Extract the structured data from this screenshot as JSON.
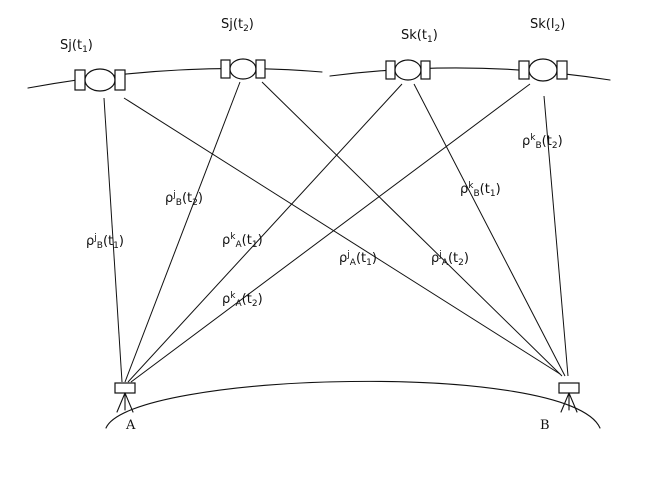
{
  "satellites": [
    {
      "id": "sj-t1",
      "name": "Sj",
      "time": "t",
      "time_sub": "1"
    },
    {
      "id": "sj-t2",
      "name": "Sj",
      "time": "t",
      "time_sub": "2"
    },
    {
      "id": "sk-t1",
      "name": "Sk",
      "time": "t",
      "time_sub": "1"
    },
    {
      "id": "sk-t2",
      "name": "Sk",
      "time": "l",
      "time_sub": "2"
    }
  ],
  "stations": [
    {
      "id": "A",
      "label": "A"
    },
    {
      "id": "B",
      "label": "B"
    }
  ],
  "ranges": [
    {
      "id": "rho-jB-t1",
      "rho": "ρ",
      "sup": "j",
      "sub": "B",
      "time": "t",
      "time_sub": "1"
    },
    {
      "id": "rho-jB-t2",
      "rho": "ρ",
      "sup": "j",
      "sub": "B",
      "time": "t",
      "time_sub": "2"
    },
    {
      "id": "rho-kA-t1",
      "rho": "ρ",
      "sup": "k",
      "sub": "A",
      "time": "t",
      "time_sub": "1"
    },
    {
      "id": "rho-kA-t2",
      "rho": "ρ",
      "sup": "k",
      "sub": "A",
      "time": "t",
      "time_sub": "2"
    },
    {
      "id": "rho-jA-t1",
      "rho": "ρ",
      "sup": "j",
      "sub": "A",
      "time": "t",
      "time_sub": "1"
    },
    {
      "id": "rho-jA-t2",
      "rho": "ρ",
      "sup": "j",
      "sub": "A",
      "time": "t",
      "time_sub": "2"
    },
    {
      "id": "rho-kB-t1",
      "rho": "ρ",
      "sup": "k",
      "sub": "B",
      "time": "t",
      "time_sub": "1"
    },
    {
      "id": "rho-kB-t2",
      "rho": "ρ",
      "sup": "k",
      "sub": "B",
      "time": "t",
      "time_sub": "2"
    }
  ],
  "colors": {
    "ink": "#111111",
    "background": "#ffffff"
  }
}
